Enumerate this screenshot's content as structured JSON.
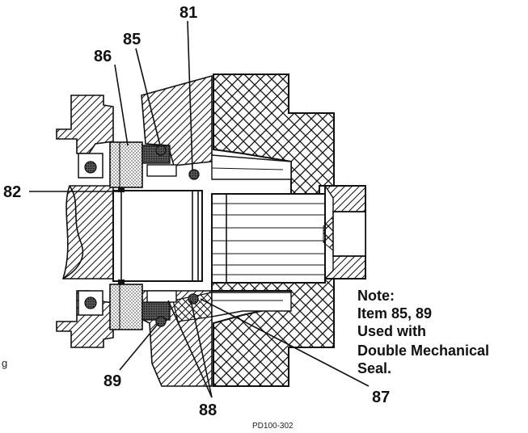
{
  "callouts": {
    "c81": "81",
    "c85": "85",
    "c86": "86",
    "c82": "82",
    "c89": "89",
    "c88": "88",
    "c87": "87"
  },
  "note": {
    "line1": "Note:",
    "line2": "Item 85, 89",
    "line3": "Used with",
    "line4": "Double Mechanical",
    "line5": "Seal."
  },
  "drawing_number": "PD100-302",
  "edge_fragment": "g"
}
